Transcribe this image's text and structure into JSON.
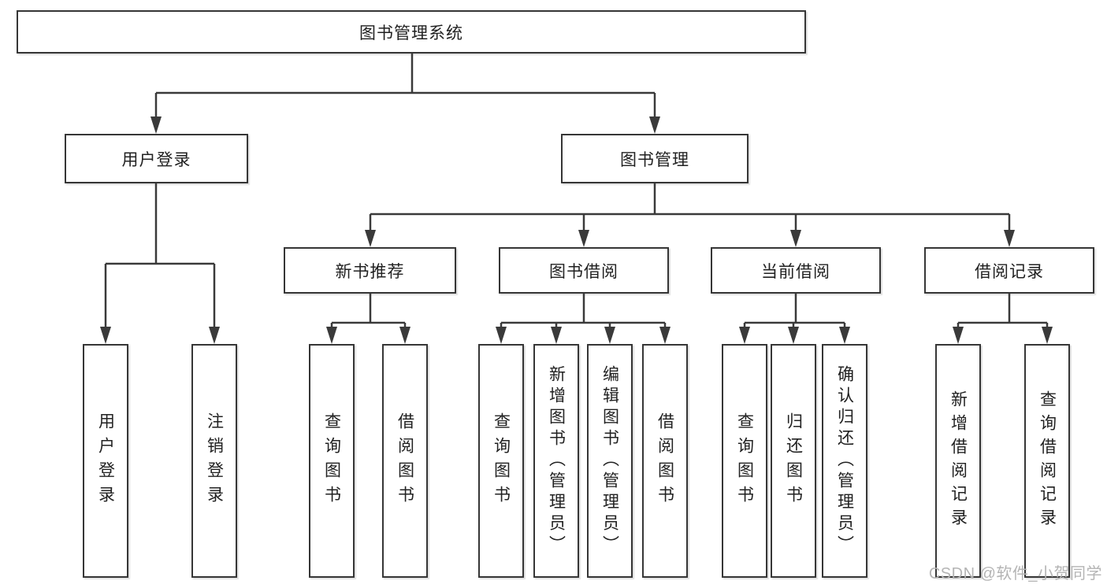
{
  "diagram": {
    "root": {
      "label": "图书管理系统",
      "children": [
        {
          "label": "用户登录",
          "children": [
            {
              "label": "用户登录"
            },
            {
              "label": "注销登录"
            }
          ]
        },
        {
          "label": "图书管理",
          "children": [
            {
              "label": "新书推荐",
              "children": [
                {
                  "label": "查询图书"
                },
                {
                  "label": "借阅图书"
                }
              ]
            },
            {
              "label": "图书借阅",
              "children": [
                {
                  "label": "查询图书"
                },
                {
                  "label": "新增图书（管理员）"
                },
                {
                  "label": "编辑图书（管理员）"
                },
                {
                  "label": "借阅图书"
                }
              ]
            },
            {
              "label": "当前借阅",
              "children": [
                {
                  "label": "查询图书"
                },
                {
                  "label": "归还图书"
                },
                {
                  "label": "确认归还（管理员）"
                }
              ]
            },
            {
              "label": "借阅记录",
              "children": [
                {
                  "label": "新增借阅记录"
                },
                {
                  "label": "查询借阅记录"
                }
              ]
            }
          ]
        }
      ]
    },
    "watermark": "CSDN @软件_小贺同学",
    "colors": {
      "line": "#3a3a3a",
      "border": "#363636",
      "text": "#212121",
      "watermark": "#b4b4b4",
      "background": "#ffffff"
    }
  }
}
